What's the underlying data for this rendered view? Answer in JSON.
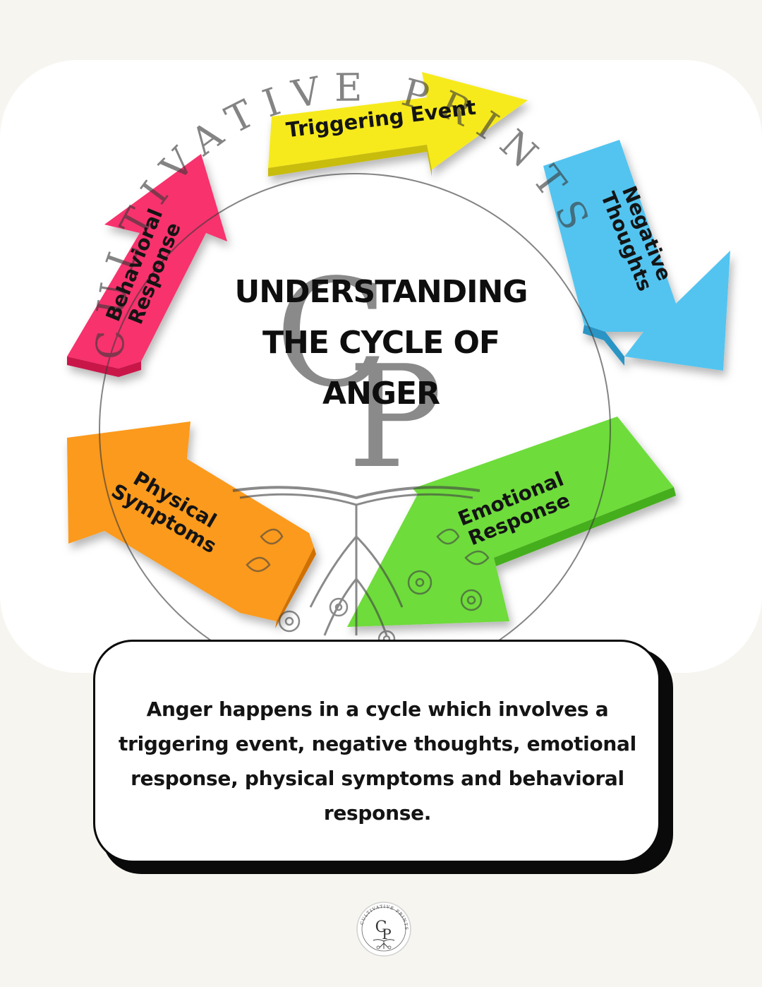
{
  "title_lines": [
    "UNDERSTANDING",
    "THE CYCLE OF",
    "ANGER"
  ],
  "arrows": [
    {
      "id": "triggering-event",
      "lines": [
        "Triggering Event"
      ],
      "color": "#f6ea1f"
    },
    {
      "id": "negative-thoughts",
      "lines": [
        "Negative",
        "Thoughts"
      ],
      "color": "#52c4f0"
    },
    {
      "id": "emotional-response",
      "lines": [
        "Emotional",
        "Response"
      ],
      "color": "#6edc3a"
    },
    {
      "id": "physical-symptoms",
      "lines": [
        "Physical",
        "Symptoms"
      ],
      "color": "#fb9a1e"
    },
    {
      "id": "behavioral-response",
      "lines": [
        "Behavioral",
        "Response"
      ],
      "color": "#f7336d"
    }
  ],
  "description": "Anger happens in a cycle which involves a triggering event, negative thoughts, emotional response, physical symptoms and behavioral response.",
  "watermark": {
    "ring_text": "CULTIVATIVE PRINTS",
    "monogram_top": "C",
    "monogram_bottom": "P"
  },
  "footer_logo": {
    "ring_text": "CULTIVATIVE PRINTS",
    "monogram_top": "C",
    "monogram_bottom": "P"
  }
}
